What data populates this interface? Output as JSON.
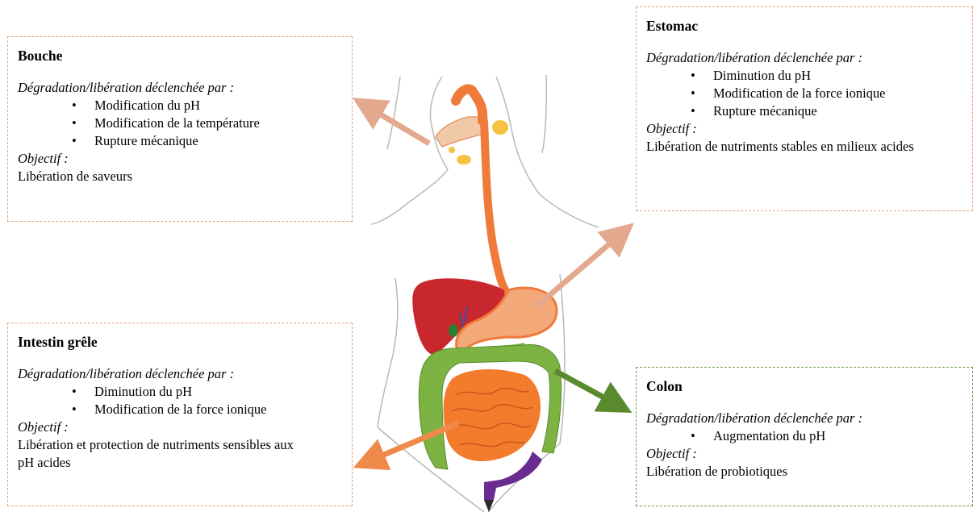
{
  "colors": {
    "orange_arrow": "#f08a4b",
    "pale_arrow": "#e3a98e",
    "green_arrow": "#5a8a2e",
    "box_border": "#e8a07a",
    "green_border": "#6c9a4c",
    "liver": "#c8282d",
    "stomach": "#f4a97a",
    "intestine": "#f27b2c",
    "colon": "#7cb342",
    "rectum": "#6a2c91"
  },
  "boxes": {
    "bouche": {
      "title": "Bouche",
      "trigger_label": "Dégradation/libération déclenchée par :",
      "items": [
        "Modification du pH",
        "Modification de la température",
        "Rupture mécanique"
      ],
      "objective_label": "Objectif :",
      "objective": "Libération de saveurs"
    },
    "estomac": {
      "title": "Estomac",
      "trigger_label": "Dégradation/libération déclenchée par :",
      "items": [
        "Diminution du pH",
        "Modification de la force ionique",
        "Rupture mécanique"
      ],
      "objective_label": "Objectif :",
      "objective": "Libération de nutriments stables en milieux acides"
    },
    "intestin": {
      "title": "Intestin grêle",
      "trigger_label": "Dégradation/libération déclenchée par :",
      "items": [
        "Diminution du pH",
        "Modification de la force ionique"
      ],
      "objective_label": "Objectif :",
      "objective": "Libération et protection de nutriments sensibles aux pH acides"
    },
    "colon": {
      "title": "Colon",
      "trigger_label": "Dégradation/libération déclenchée par :",
      "items": [
        "Augmentation du pH"
      ],
      "objective_label": "Objectif :",
      "objective": "Libération de probiotiques"
    }
  },
  "bullet": "•"
}
